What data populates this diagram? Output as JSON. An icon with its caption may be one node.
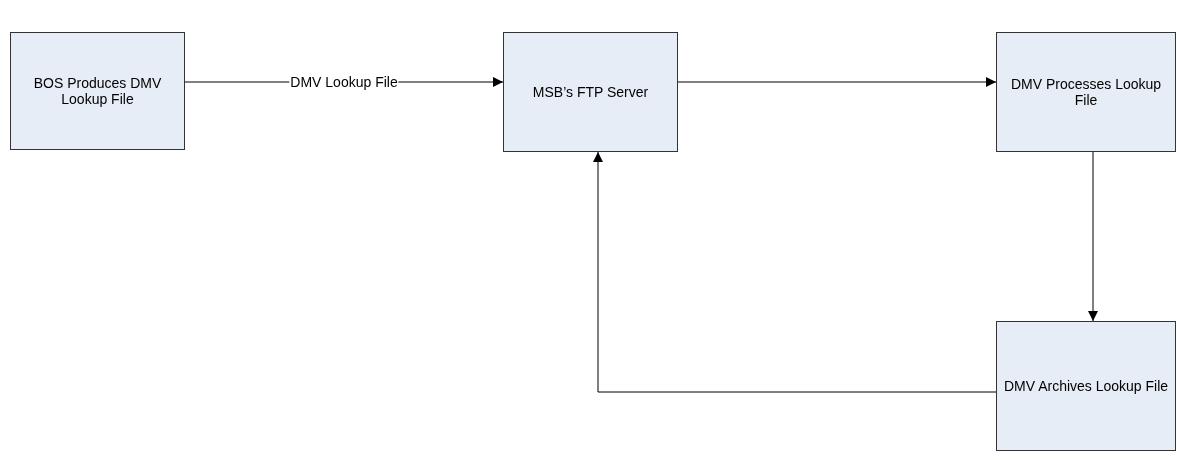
{
  "diagram": {
    "nodes": [
      {
        "text": [
          "BOS Produces DMV Lookup File"
        ]
      },
      {
        "text": [
          "MSB’s FTP Server"
        ]
      },
      {
        "text": [
          "DMV Processes Lookup File"
        ]
      },
      {
        "text": [
          "DMV Archives Lookup File"
        ]
      }
    ],
    "edges": [
      {
        "from": 0,
        "to": 1,
        "arrow": "to",
        "label": "DMV Lookup File"
      },
      {
        "from": 1,
        "to": 2,
        "arrow": "to"
      },
      {
        "from": 2,
        "to": 3,
        "arrow": "to"
      },
      {
        "from": 3,
        "to": 1,
        "arrow": "to"
      }
    ]
  }
}
